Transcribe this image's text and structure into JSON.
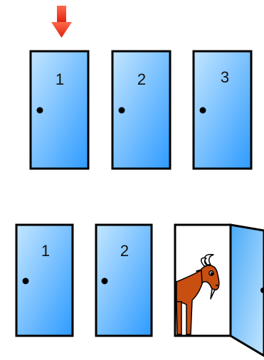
{
  "scene_top": {
    "selected_marker": {
      "icon": "down-arrow-icon",
      "color": "#e8321e"
    },
    "doors": [
      {
        "number": "1"
      },
      {
        "number": "2"
      },
      {
        "number": "3"
      }
    ]
  },
  "scene_bottom": {
    "doors": [
      {
        "number": "1"
      },
      {
        "number": "2"
      }
    ],
    "open_door": {
      "revealed": "goat-icon"
    }
  },
  "colors": {
    "door_light": "#b9e0ff",
    "door_dark": "#2d9cff",
    "frame": "#000000",
    "goat": "#c94f10"
  }
}
